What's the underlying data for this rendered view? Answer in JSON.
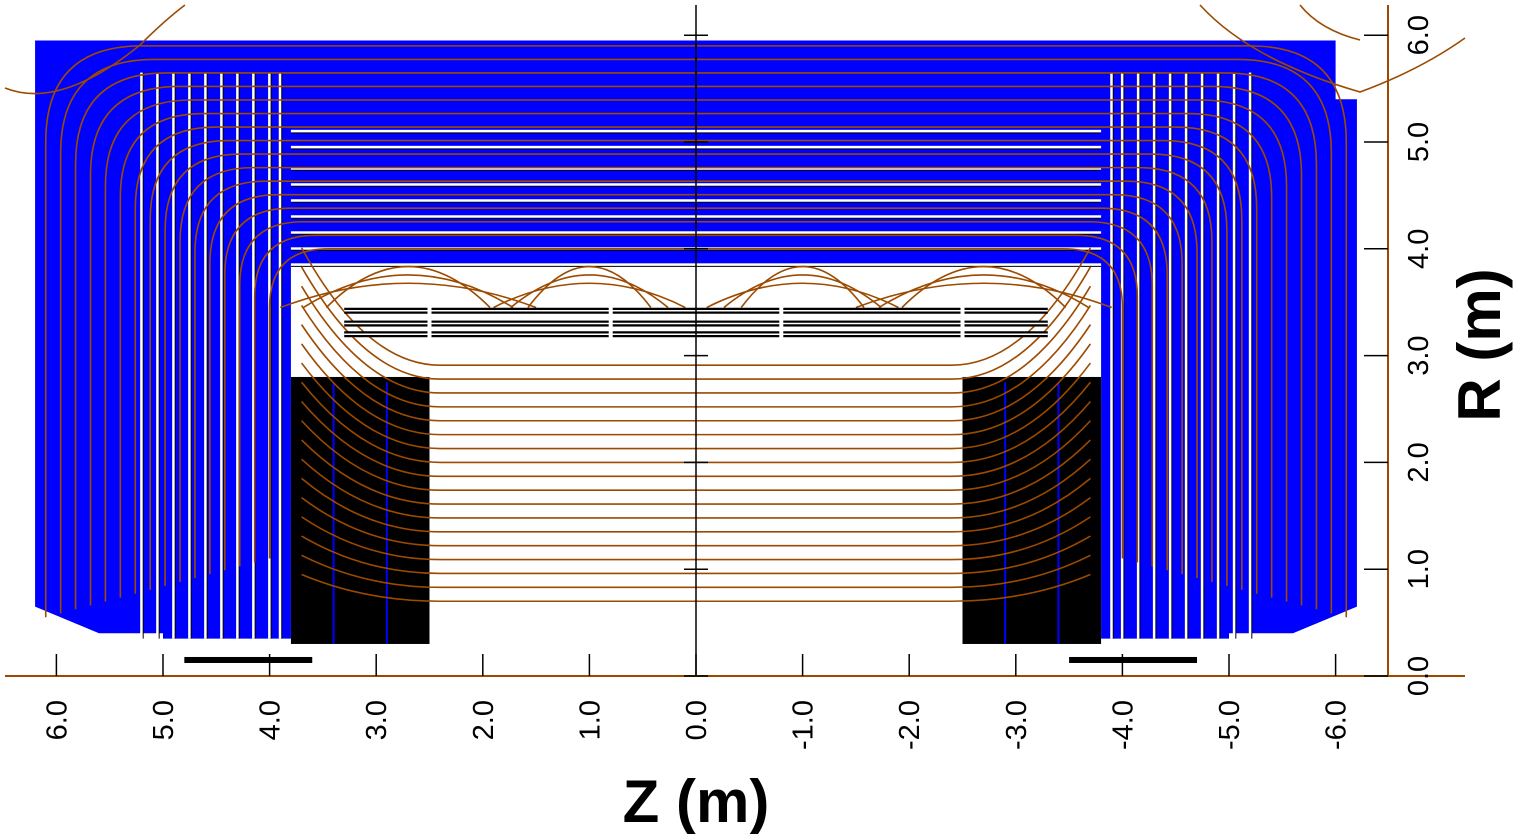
{
  "figure": {
    "x_axis": {
      "title": "Z (m)",
      "ticks": [
        6.0,
        5.0,
        4.0,
        3.0,
        2.0,
        1.0,
        0.0,
        -1.0,
        -2.0,
        -3.0,
        -4.0,
        -5.0,
        -6.0
      ],
      "tick_labels": [
        "6.0",
        "5.0",
        "4.0",
        "3.0",
        "2.0",
        "1.0",
        "0.0",
        "-1.0",
        "-2.0",
        "-3.0",
        "-4.0",
        "-5.0",
        "-6.0"
      ],
      "range": [
        6.6,
        -6.6
      ],
      "direction": "decreasing left-to-right"
    },
    "y_axis": {
      "title": "R (m)",
      "ticks": [
        0.0,
        1.0,
        2.0,
        3.0,
        4.0,
        5.0,
        6.0
      ],
      "tick_labels": [
        "0.0",
        "1.0",
        "2.0",
        "3.0",
        "4.0",
        "5.0",
        "6.0"
      ],
      "range": [
        0,
        6.3
      ],
      "position": "right"
    },
    "colors": {
      "iron_yoke": "#0000ff",
      "coil": "#000000",
      "field_lines": "#9c4a00",
      "axes": "#000000",
      "background": "#ffffff"
    }
  }
}
